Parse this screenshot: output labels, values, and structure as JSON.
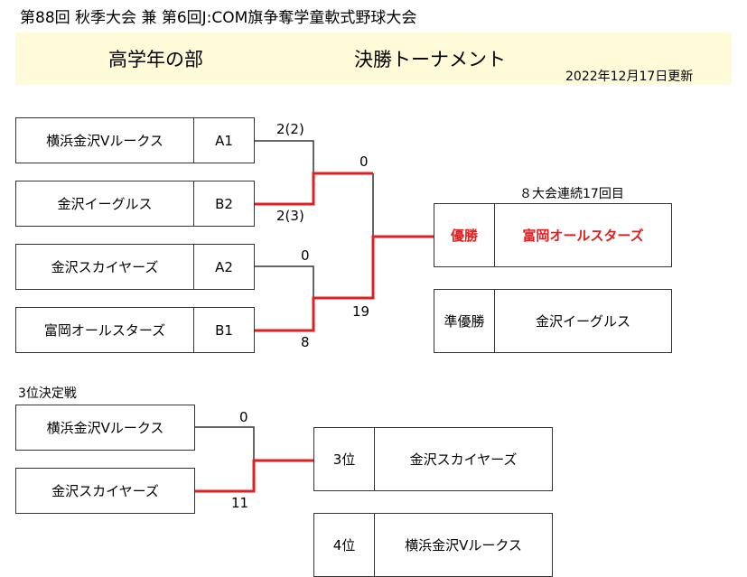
{
  "header": {
    "title": "第88回 秋季大会 兼 第6回J:COM旗争奪学童軟式野球大会",
    "division": "高学年の部",
    "bracket_title": "決勝トーナメント",
    "updated": "2022年12月17日更新"
  },
  "bracket": {
    "teams": [
      {
        "name": "横浜金沢Vルークス",
        "seed": "A1"
      },
      {
        "name": "金沢イーグルス",
        "seed": "B2"
      },
      {
        "name": "金沢スカイヤーズ",
        "seed": "A2"
      },
      {
        "name": "富岡オールスターズ",
        "seed": "B1"
      }
    ],
    "scores": {
      "sf1_top": "2(2)",
      "sf1_bottom": "2(3)",
      "sf2_top": "0",
      "sf2_bottom": "8",
      "final_top": "0",
      "final_bottom": "19"
    }
  },
  "results": {
    "consecutive_note": "８大会連続17回目",
    "champion_label": "優勝",
    "champion_team": "富岡オールスターズ",
    "runner_up_label": "準優勝",
    "runner_up_team": "金沢イーグルス"
  },
  "third_place": {
    "title": "3位決定戦",
    "teams": [
      "横浜金沢Vルークス",
      "金沢スカイヤーズ"
    ],
    "score_top": "0",
    "score_bottom": "11",
    "third_label": "3位",
    "third_team": "金沢スカイヤーズ",
    "fourth_label": "4位",
    "fourth_team": "横浜金沢Vルークス"
  },
  "colors": {
    "winner_line": "#e02020",
    "normal_line": "#333333",
    "banner_bg": "#fffbd9"
  }
}
